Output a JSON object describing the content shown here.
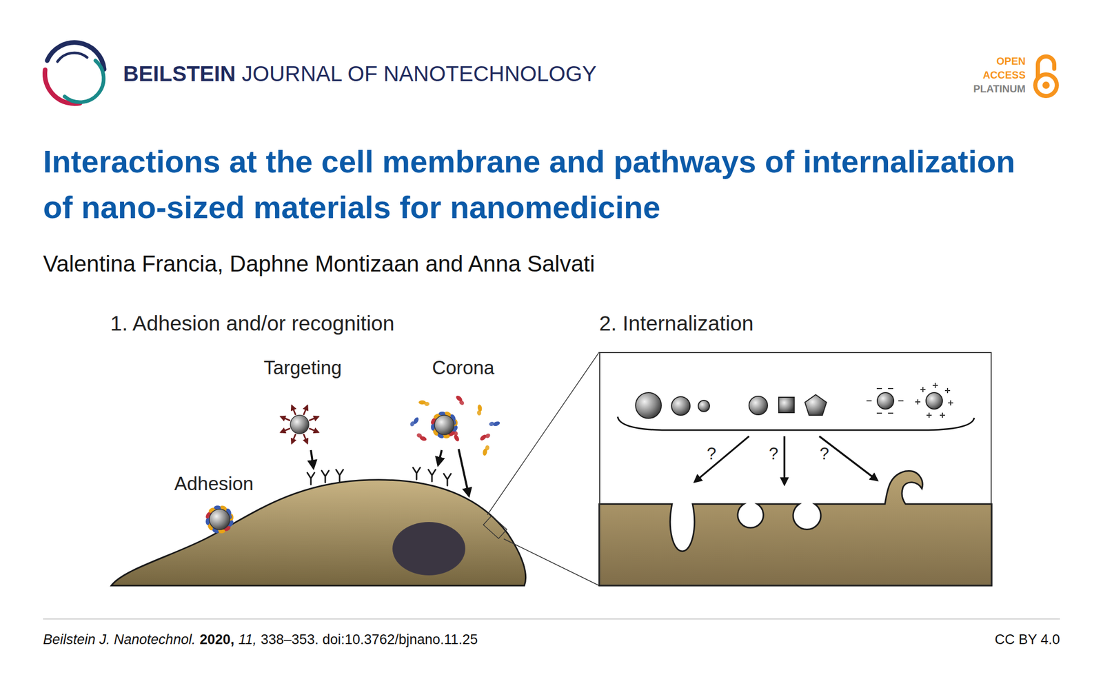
{
  "diagram": {
    "title": "Interactions at the cell membrane and pathways of internalization of nano-sized materials for nanomedicine",
    "nodes": [
      {
        "text": [
          "2. Internalization",
          "?",
          "?",
          "?"
        ]
      }
    ],
    "labels": [
      "BEILSTEIN",
      "JOURNAL OF NANOTECHNOLOGY",
      "OPEN",
      "ACCESS",
      "PLATINUM",
      "Valentina Francia, Daphne Montizaan and Anna Salvati",
      "1. Adhesion and/or recognition",
      "Targeting",
      "Corona",
      "Adhesion",
      "Beilstein J. Nanotechnol.",
      "2020,",
      "11,",
      "338–353. doi:10.3762/bjnano.11.25",
      "CC BY 4.0"
    ]
  }
}
